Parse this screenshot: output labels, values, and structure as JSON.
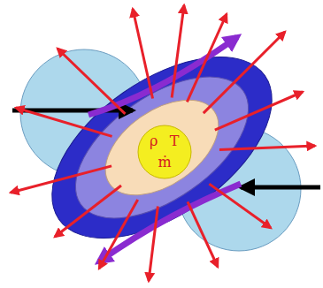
{
  "diagram": {
    "nodes": [
      {
        "text": [
          "ρ",
          "T",
          "ṁ"
        ]
      }
    ]
  }
}
